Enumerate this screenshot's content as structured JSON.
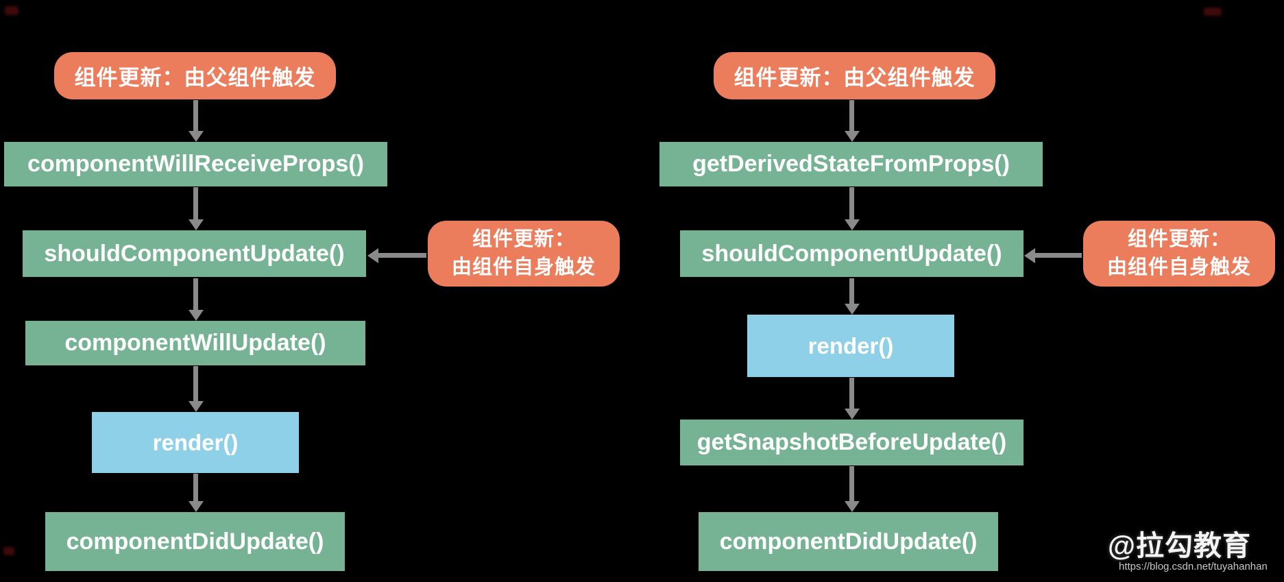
{
  "colors": {
    "background": "#000000",
    "trigger_box": "#EC7D5C",
    "lifecycle_box": "#75B394",
    "render_box": "#8FD0E9",
    "arrow": "#8A8A8A",
    "box_text": "#FFFFFF",
    "watermark_text": "#F5F5F5",
    "watermark_url": "#C9C9C9"
  },
  "left_flow": {
    "parent_trigger": "组件更新：由父组件触发",
    "self_trigger": {
      "line1": "组件更新：",
      "line2": "由组件自身触发"
    },
    "steps": [
      "componentWillReceiveProps()",
      "shouldComponentUpdate()",
      "componentWillUpdate()",
      "render()",
      "componentDidUpdate()"
    ]
  },
  "right_flow": {
    "parent_trigger": "组件更新：由父组件触发",
    "self_trigger": {
      "line1": "组件更新：",
      "line2": "由组件自身触发"
    },
    "steps": [
      "getDerivedStateFromProps()",
      "shouldComponentUpdate()",
      "render()",
      "getSnapshotBeforeUpdate()",
      "componentDidUpdate()"
    ]
  },
  "watermark": {
    "name": "@拉勾教育",
    "url": "https://blog.csdn.net/tuyahanhan"
  }
}
